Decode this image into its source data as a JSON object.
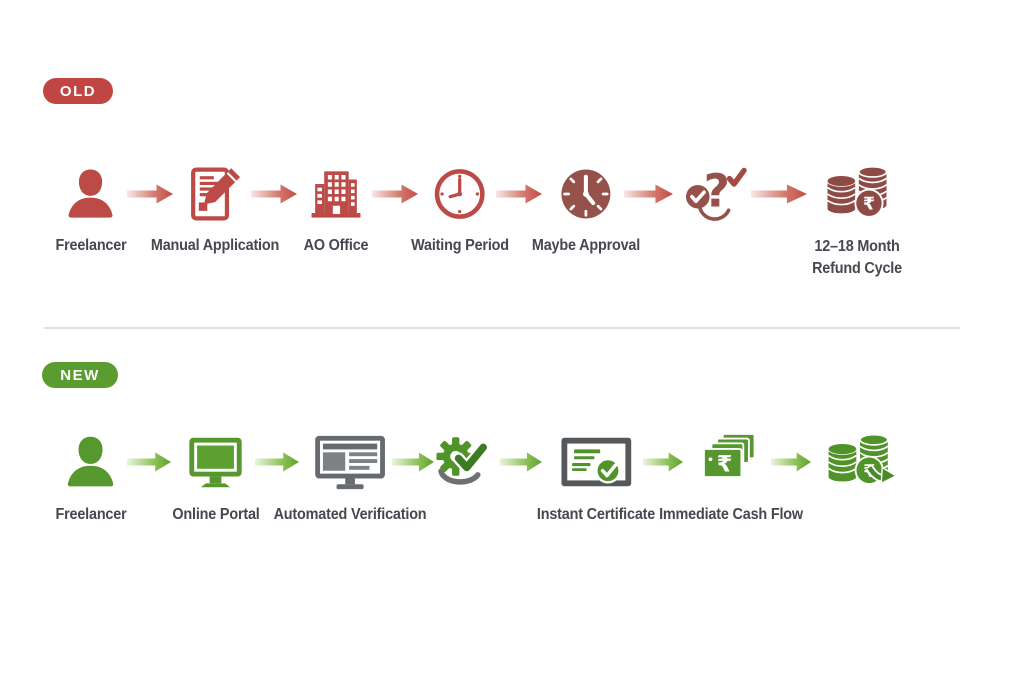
{
  "page": {
    "background": "#ffffff"
  },
  "colors": {
    "old_accent": "#bc4a47",
    "old_dark": "#96514b",
    "old_coin": "#8e4a45",
    "badge_old_bg": "#c14543",
    "new_accent": "#56982e",
    "new_dark": "#3c7b21",
    "badge_new_bg": "#5b9c30",
    "neutral_gray": "#676b6f",
    "label_text": "#45484f",
    "divider": "#e0e0e0"
  },
  "old_flow": {
    "badge_label": "OLD",
    "steps": [
      {
        "icon": "freelancer-person-icon",
        "label": "Freelancer"
      },
      {
        "icon": "manual-application-document-pencil-icon",
        "label": "Manual Application"
      },
      {
        "icon": "ao-office-building-icon",
        "label": "AO Office"
      },
      {
        "icon": "waiting-period-clock-outline-icon",
        "label": "Waiting Period"
      },
      {
        "icon": "maybe-approval-clock-solid-icon",
        "label": "Maybe Approval"
      },
      {
        "icon": "question-approval-check-icon",
        "label": ""
      },
      {
        "icon": "rupee-coins-icon",
        "label": "12–18 Month Refund Cycle"
      }
    ]
  },
  "new_flow": {
    "badge_label": "NEW",
    "steps": [
      {
        "icon": "freelancer-person-icon",
        "label": "Freelancer"
      },
      {
        "icon": "online-portal-monitor-icon",
        "label": "Online Portal"
      },
      {
        "icon": "automated-verification-monitor-icon",
        "label": "Automated Verification"
      },
      {
        "icon": "gear-check-icon",
        "label": ""
      },
      {
        "icon": "instant-certificate-icon",
        "label": "Instant Certificate"
      },
      {
        "icon": "rupee-banknotes-icon",
        "label": "Immediate Cash Flow"
      },
      {
        "icon": "rupee-coins-arrow-icon",
        "label": ""
      }
    ]
  }
}
